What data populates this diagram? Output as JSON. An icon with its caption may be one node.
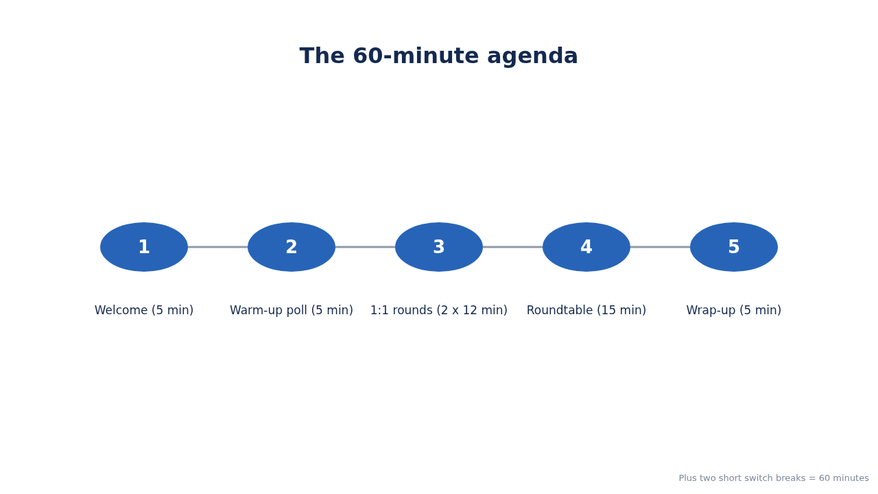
{
  "diagram": {
    "title": "The 60-minute agenda",
    "caption": "Plus two short switch breaks = 60 minutes",
    "nodes": [
      {
        "text": [
          "1"
        ],
        "beside": [
          "Welcome (5 min)"
        ]
      },
      {
        "text": [
          "2"
        ],
        "beside": [
          "Warm-up poll (5 min)"
        ]
      },
      {
        "text": [
          "3"
        ],
        "beside": [
          "1:1 rounds (2 x 12 min)"
        ]
      },
      {
        "text": [
          "4"
        ],
        "beside": [
          "Roundtable (15 min)"
        ]
      },
      {
        "text": [
          "5"
        ],
        "beside": [
          "Wrap-up (5 min)"
        ]
      }
    ],
    "edges": [
      {
        "from": 0,
        "to": 1,
        "arrow": "none"
      },
      {
        "from": 1,
        "to": 2,
        "arrow": "none"
      },
      {
        "from": 2,
        "to": 3,
        "arrow": "none"
      },
      {
        "from": 3,
        "to": 4,
        "arrow": "none"
      }
    ]
  }
}
